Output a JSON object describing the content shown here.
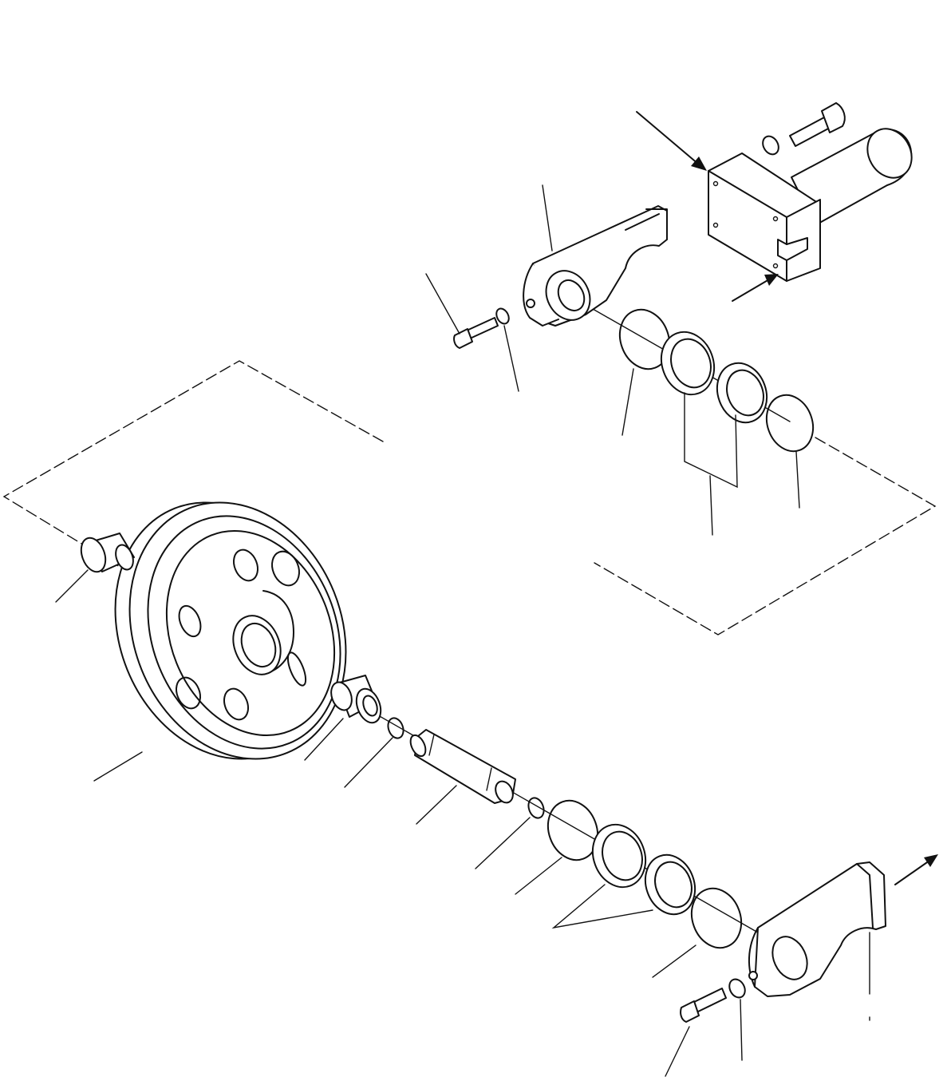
{
  "diagram": {
    "type": "exploded-parts-view",
    "stroke_color": "#111111",
    "background_color": "#ffffff",
    "parts": [
      "bracket-upper",
      "bolt-upper",
      "washer-upper",
      "o-ring-upper-1",
      "seal-ring-upper-1",
      "seal-ring-upper-2",
      "o-ring-upper-2",
      "idler-wheel",
      "bushing-left",
      "bushing-right",
      "o-ring-small-1",
      "shaft",
      "o-ring-small-2",
      "o-ring-lower-1",
      "seal-ring-lower-1",
      "seal-ring-lower-2",
      "o-ring-lower-2",
      "bracket-lower",
      "bolt-lower",
      "washer-lower",
      "yoke-assembly"
    ]
  }
}
